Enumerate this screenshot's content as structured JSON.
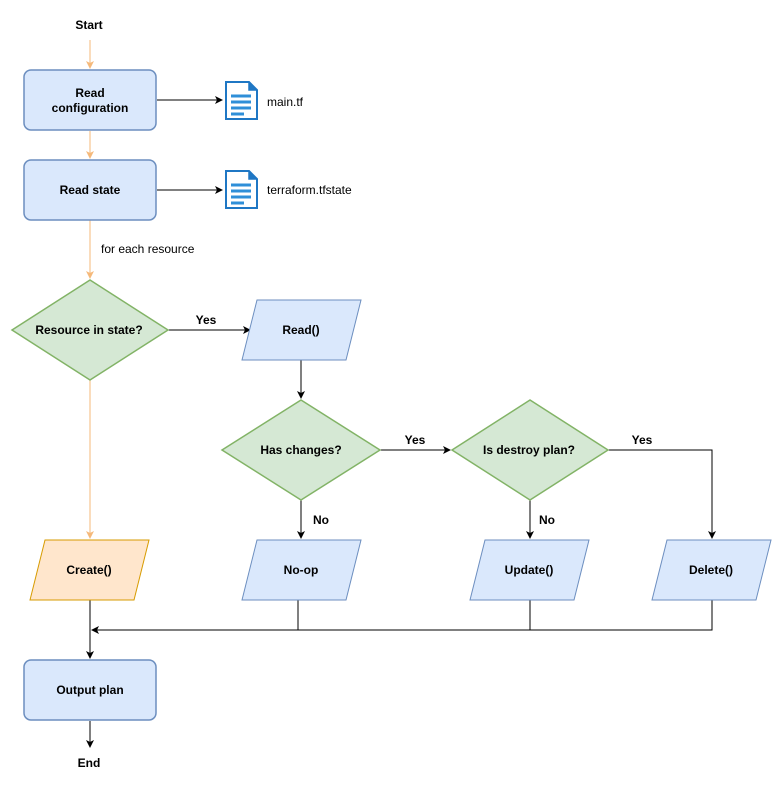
{
  "colors": {
    "process_fill": "#dae8fc",
    "process_stroke": "#6c8ebf",
    "decision_fill": "#d5e8d4",
    "decision_stroke": "#82b366",
    "create_fill": "#ffe6cc",
    "create_stroke": "#d79b00",
    "orange_line": "#f5b97a",
    "black_line": "#000000",
    "file_icon": "#1f77c4"
  },
  "nodes": {
    "start": "Start",
    "read_config_line1": "Read",
    "read_config_line2": "configuration",
    "read_state": "Read state",
    "resource_in_state": "Resource in state?",
    "read_fn": "Read()",
    "has_changes": "Has changes?",
    "is_destroy_plan": "Is destroy plan?",
    "create_fn": "Create()",
    "no_op": "No-op",
    "update_fn": "Update()",
    "delete_fn": "Delete()",
    "output_plan": "Output plan",
    "end": "End"
  },
  "files": {
    "config_file": "main.tf",
    "state_file": "terraform.tfstate"
  },
  "edge_labels": {
    "for_each": "for each resource",
    "yes_resource": "Yes",
    "yes_changes": "Yes",
    "yes_destroy": "Yes",
    "no_changes": "No",
    "no_destroy": "No"
  },
  "icons": {
    "file": "document-icon"
  }
}
